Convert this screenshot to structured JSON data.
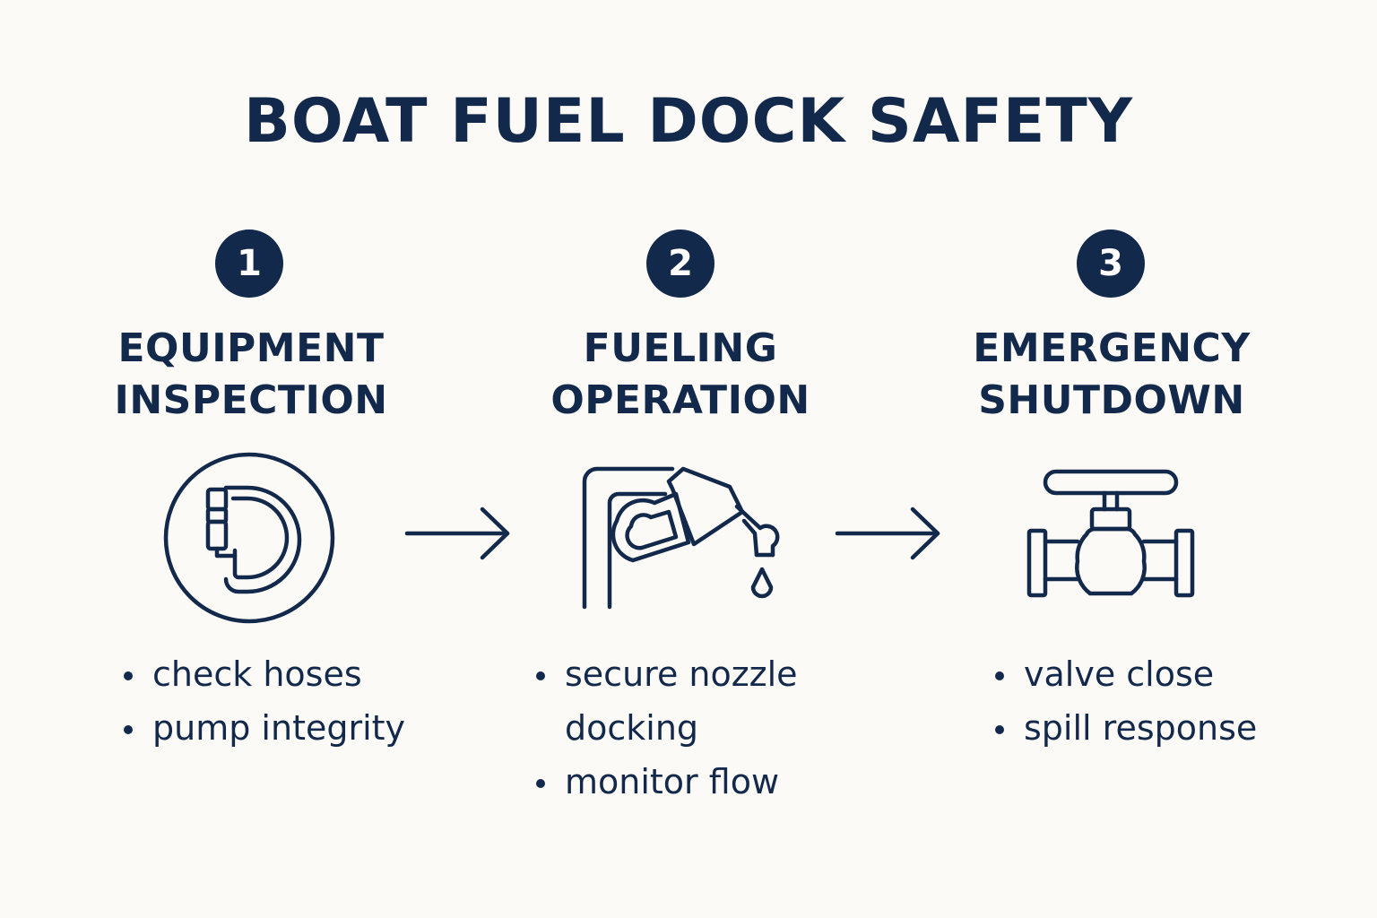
{
  "title": "BOAT FUEL DOCK SAFETY",
  "colors": {
    "background": "#fcfaf6",
    "primary": "#13294b"
  },
  "steps": [
    {
      "number": "1",
      "title_line1": "EQUIPMENT",
      "title_line2": "INSPECTION",
      "icon": "hose-icon",
      "bullets": [
        "check hoses",
        "pump integrity"
      ]
    },
    {
      "number": "2",
      "title_line1": "FUELING",
      "title_line2": "OPERATION",
      "icon": "fuel-nozzle-icon",
      "bullets": [
        "secure nozzle",
        "docking",
        "monitor flow"
      ]
    },
    {
      "number": "3",
      "title_line1": "EMERGENCY",
      "title_line2": "SHUTDOWN",
      "icon": "valve-icon",
      "bullets": [
        "valve close",
        "spill response"
      ]
    }
  ]
}
